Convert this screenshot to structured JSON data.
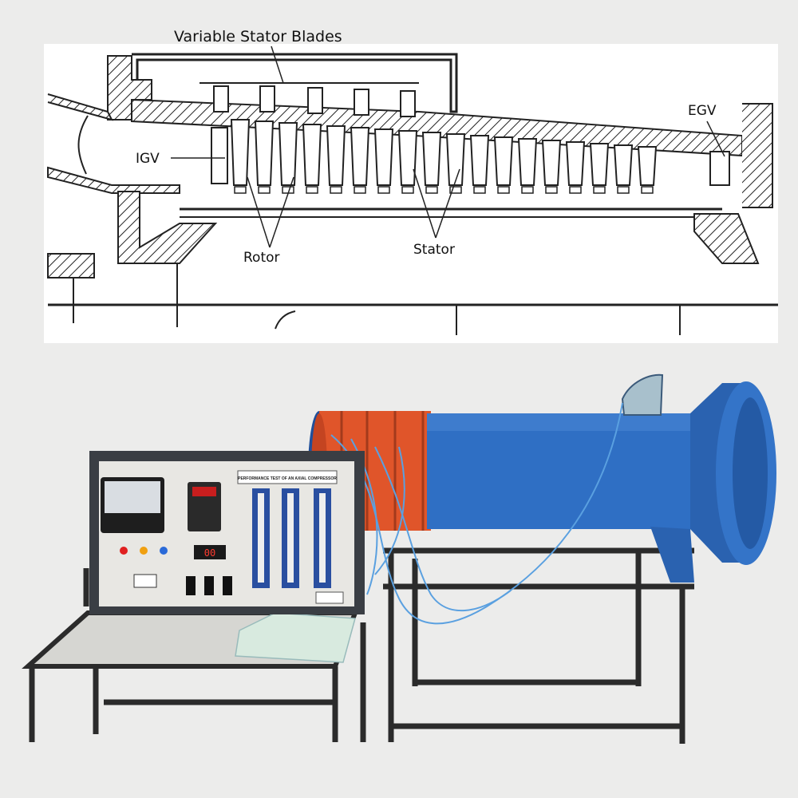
{
  "diagram": {
    "labels": {
      "variable_stator_blades": "Variable Stator Blades",
      "igv": "IGV",
      "egv": "EGV",
      "rotor": "Rotor",
      "stator": "Stator"
    }
  },
  "photo": {
    "panel_title": "PERFORMANCE TEST OF AN AXIAL COMPRESSOR",
    "meter_display": "00",
    "indicator_colors": [
      "#e02020",
      "#f0a010",
      "#2a6ad8"
    ],
    "duct_color": "#2f6fc4",
    "inlet_color": "#e0552a"
  }
}
